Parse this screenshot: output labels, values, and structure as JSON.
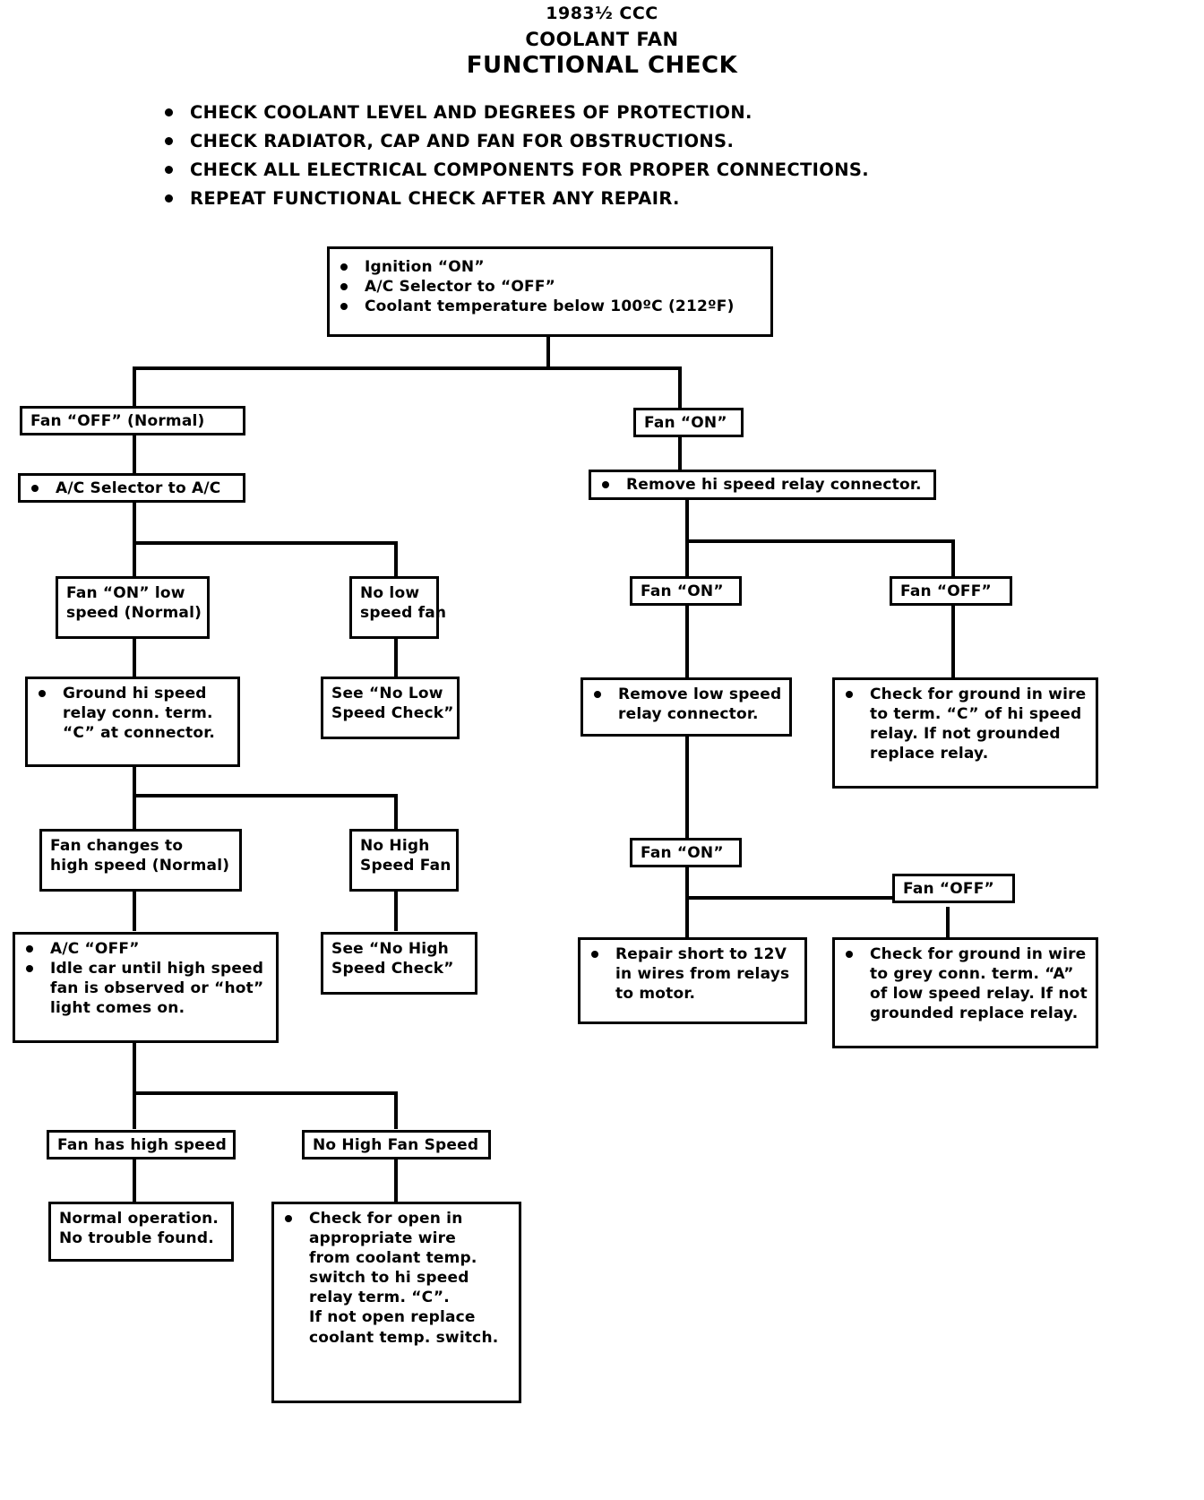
{
  "header": {
    "line1": "1983½ CCC",
    "line2": "COOLANT FAN",
    "line3": "FUNCTIONAL CHECK"
  },
  "intro_checks": [
    "CHECK COOLANT LEVEL AND DEGREES OF PROTECTION.",
    "CHECK RADIATOR, CAP AND FAN FOR OBSTRUCTIONS.",
    "CHECK ALL ELECTRICAL COMPONENTS FOR PROPER CONNECTIONS.",
    "REPEAT FUNCTIONAL CHECK AFTER ANY REPAIR."
  ],
  "start_box": {
    "items": [
      "Ignition “ON”",
      "A/C Selector to “OFF”",
      "Coolant temperature below 100ºC (212ºF)"
    ]
  },
  "left_branch": {
    "fan_off_normal": "Fan “OFF” (Normal)",
    "ac_selector": "A/C Selector to A/C",
    "fan_on_low": [
      "Fan “ON” low",
      "speed (Normal)"
    ],
    "no_low_speed_fan": [
      "No low",
      "speed fan"
    ],
    "see_no_low_speed_check": [
      "See “No Low",
      "Speed Check”"
    ],
    "ground_hi_speed": [
      "Ground hi speed",
      "relay conn. term.",
      "“C” at connector."
    ],
    "fan_changes_high": [
      "Fan changes to",
      "high speed (Normal)"
    ],
    "no_high_speed_fan": [
      "No High",
      "Speed Fan"
    ],
    "see_no_high_speed_check": [
      "See “No High",
      "Speed Check”"
    ],
    "ac_off_idle": {
      "item1": "A/C “OFF”",
      "item2_lines": [
        "Idle car until high speed",
        "fan is observed or “hot”",
        "light comes on."
      ]
    },
    "fan_has_high_speed": "Fan has high speed",
    "no_high_fan_speed": "No High Fan Speed",
    "normal_operation": [
      "Normal operation.",
      "No trouble found."
    ],
    "check_for_open": [
      "Check for open in",
      "appropriate wire",
      "from coolant temp.",
      "switch to hi speed",
      "relay term. “C”.",
      "If not open replace",
      "coolant temp. switch."
    ]
  },
  "right_branch": {
    "fan_on": "Fan “ON”",
    "remove_hi_speed_relay": "Remove hi speed relay connector.",
    "fan_on_2": "Fan “ON”",
    "fan_off_2": "Fan “OFF”",
    "remove_low_speed_relay": [
      "Remove low speed",
      "relay connector."
    ],
    "check_ground_hi": [
      "Check for ground in wire",
      "to term. “C” of hi speed",
      "relay.  If not grounded",
      "replace relay."
    ],
    "fan_on_3": "Fan “ON”",
    "fan_off_3": "Fan “OFF”",
    "repair_short": [
      "Repair short to 12V",
      "in wires from relays",
      "to motor."
    ],
    "check_ground_low": [
      "Check for ground in wire",
      "to grey conn. term. “A”",
      "of low speed relay. If not",
      "grounded replace relay."
    ]
  },
  "colors": {
    "ink": "#000000",
    "paper": "#ffffff"
  }
}
